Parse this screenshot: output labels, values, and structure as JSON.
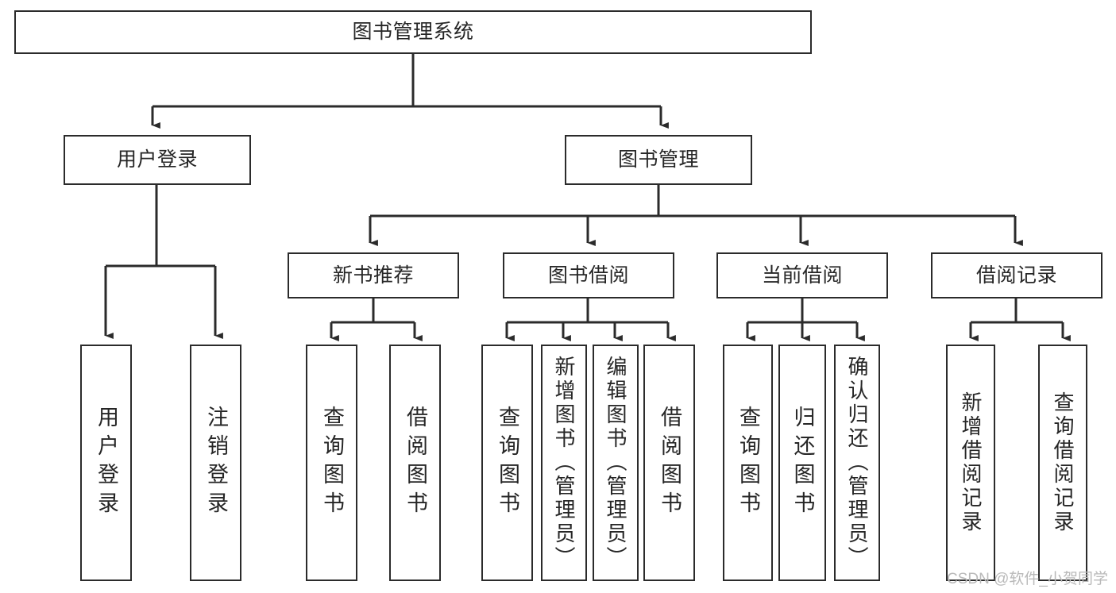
{
  "diagram": {
    "type": "tree-hierarchy-diagram",
    "title": "图书管理系统",
    "colors": {
      "background": "#ffffff",
      "box_border": "#2b2b2b",
      "box_fill": "#ffffff",
      "text": "#262626",
      "connector": "#2b2b2b",
      "watermark": "#b9b9b9"
    },
    "levels": {
      "level1": [
        "图书管理系统"
      ],
      "level2": [
        "用户登录",
        "图书管理"
      ],
      "level3": [
        "新书推荐",
        "图书借阅",
        "当前借阅",
        "借阅记录"
      ]
    },
    "nodes": {
      "root": {
        "label": "图书管理系统"
      },
      "user_login": {
        "label": "用户登录"
      },
      "book_manage": {
        "label": "图书管理"
      },
      "new_book_rec": {
        "label": "新书推荐"
      },
      "book_borrow": {
        "label": "图书借阅"
      },
      "current_borrow": {
        "label": "当前借阅"
      },
      "borrow_record": {
        "label": "借阅记录"
      },
      "leaf_user_login": {
        "label": "用户登录"
      },
      "leaf_logout": {
        "label": "注销登录"
      },
      "leaf_query_book_1": {
        "label": "查询图书"
      },
      "leaf_borrow_book_1": {
        "label": "借阅图书"
      },
      "leaf_query_book_2": {
        "label": "查询图书"
      },
      "leaf_add_book_admin": {
        "label": "新增图书（管理员）"
      },
      "leaf_edit_book_admin": {
        "label": "编辑图书（管理员）"
      },
      "leaf_borrow_book_2": {
        "label": "借阅图书"
      },
      "leaf_query_book_3": {
        "label": "查询图书"
      },
      "leaf_return_book": {
        "label": "归还图书"
      },
      "leaf_confirm_return_admin": {
        "label": "确认归还（管理员）"
      },
      "leaf_add_borrow_record": {
        "label": "新增借阅记录"
      },
      "leaf_query_borrow_record": {
        "label": "查询借阅记录"
      }
    },
    "edges": [
      {
        "from": "图书管理系统",
        "to": "用户登录"
      },
      {
        "from": "图书管理系统",
        "to": "图书管理"
      },
      {
        "from": "用户登录",
        "to": "用户登录"
      },
      {
        "from": "用户登录",
        "to": "注销登录"
      },
      {
        "from": "图书管理",
        "to": "新书推荐"
      },
      {
        "from": "图书管理",
        "to": "图书借阅"
      },
      {
        "from": "图书管理",
        "to": "当前借阅"
      },
      {
        "from": "图书管理",
        "to": "借阅记录"
      },
      {
        "from": "新书推荐",
        "to": "查询图书"
      },
      {
        "from": "新书推荐",
        "to": "借阅图书"
      },
      {
        "from": "图书借阅",
        "to": "查询图书"
      },
      {
        "from": "图书借阅",
        "to": "新增图书（管理员）"
      },
      {
        "from": "图书借阅",
        "to": "编辑图书（管理员）"
      },
      {
        "from": "图书借阅",
        "to": "借阅图书"
      },
      {
        "from": "当前借阅",
        "to": "查询图书"
      },
      {
        "from": "当前借阅",
        "to": "归还图书"
      },
      {
        "from": "当前借阅",
        "to": "确认归还（管理员）"
      },
      {
        "from": "借阅记录",
        "to": "新增借阅记录"
      },
      {
        "from": "借阅记录",
        "to": "查询借阅记录"
      }
    ]
  },
  "watermark": {
    "text": "CSDN @软件_小贺同学"
  }
}
